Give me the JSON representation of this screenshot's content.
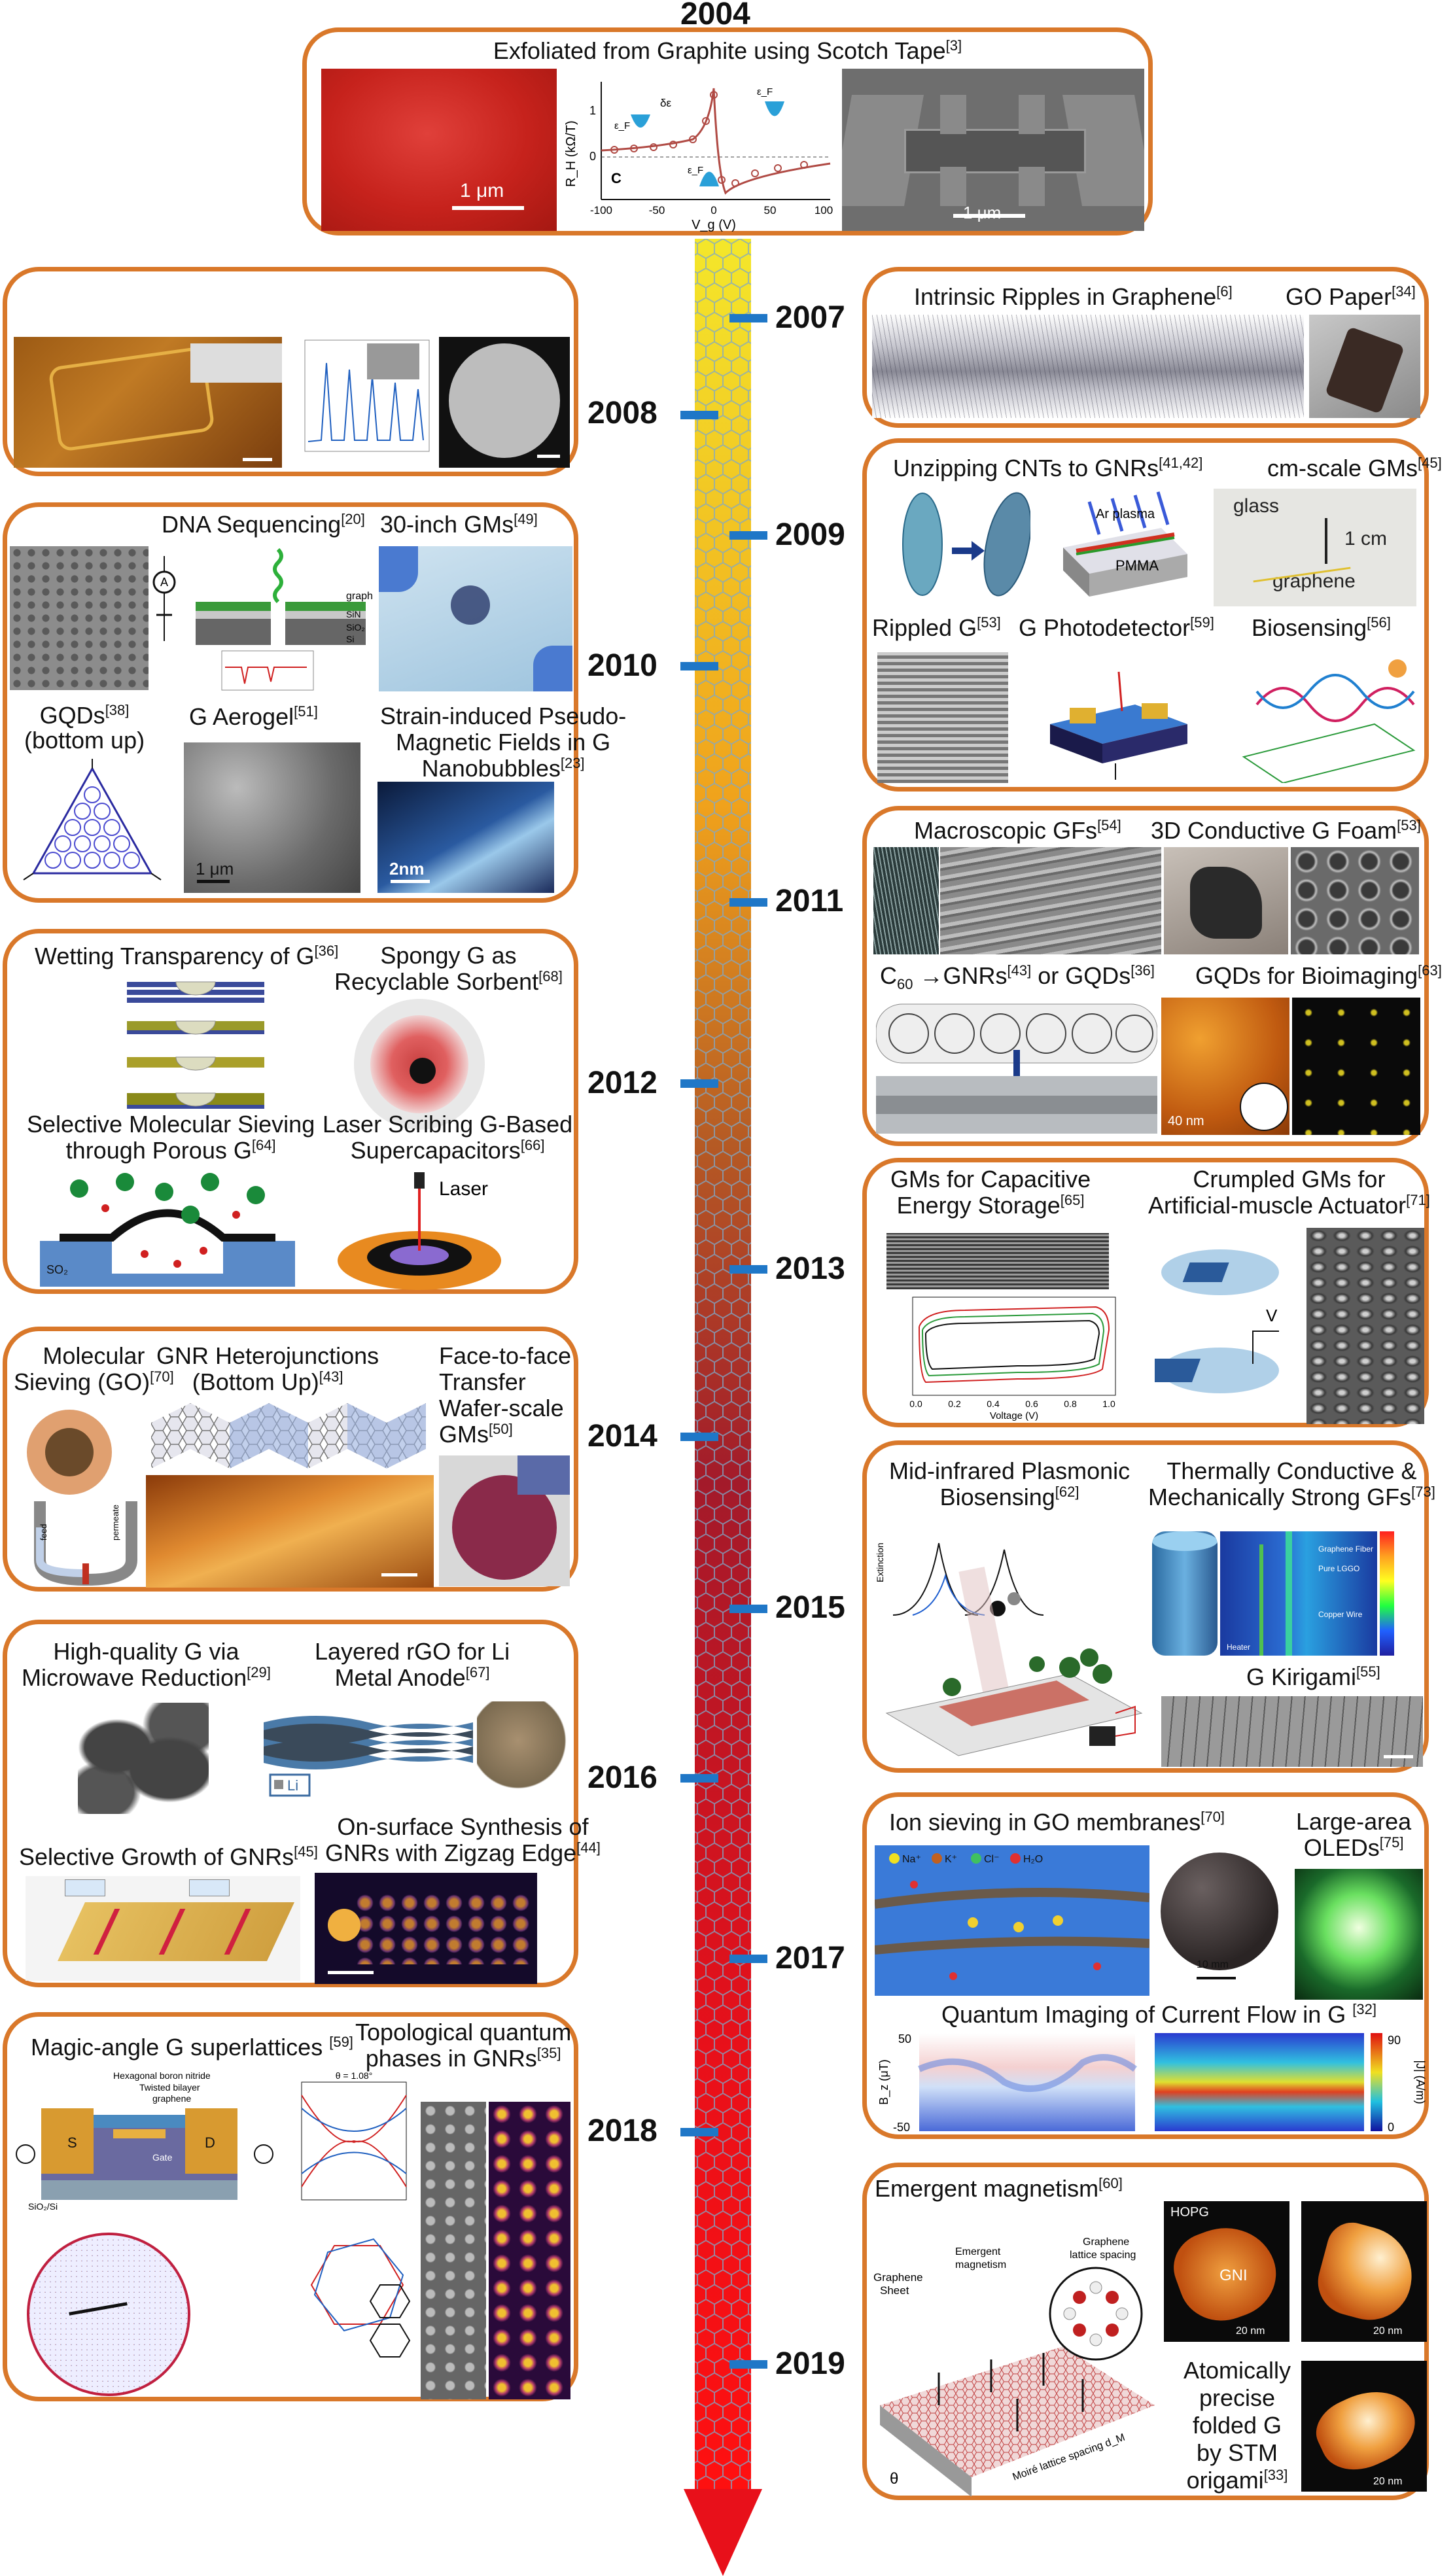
{
  "top_year": "2004",
  "years": [
    "2007",
    "2008",
    "2009",
    "2010",
    "2011",
    "2012",
    "2013",
    "2014",
    "2015",
    "2016",
    "2017",
    "2018",
    "2019"
  ],
  "colors": {
    "box_border": "#d9782a",
    "tick": "#1f77c7",
    "arrow": "#e8101a",
    "bar_top": "#f4e02a",
    "bar_mid": "#e9821a",
    "bar_low": "#b5102a"
  },
  "box2004": {
    "title": "Exfoliated from Graphite using Scotch Tape",
    "ref": "[3]",
    "scale1": "1 μm",
    "scale2": "1 μm",
    "plot": {
      "ylabel": "R_H (kΩ/T)",
      "xlabel": "V_g (V)",
      "xticks": [
        "-100",
        "-50",
        "0",
        "50",
        "100"
      ],
      "yticks": [
        "0",
        "1"
      ],
      "c": "C",
      "delta": "δε",
      "ef": "ε_F"
    }
  },
  "box2008": {
    "panel": "2008 panel"
  },
  "box2010": {
    "dna": "DNA Sequencing",
    "dna_ref": "[20]",
    "gms30": "30-inch GMs",
    "gms30_ref": "[49]",
    "gqds": "GQDs",
    "gqds_ref": "[38]",
    "gqds_sub": "(bottom up)",
    "aerogel": "G Aerogel",
    "aerogel_ref": "[51]",
    "strain1": "Strain-induced Pseudo-",
    "strain2": "Magnetic Fields in G",
    "strain3": "Nanobubbles",
    "strain_ref": "[23]",
    "scale_aero": "1 μm",
    "scale_bubble": "2nm",
    "dna_graphene": "graphene",
    "dna_sin": "SiN",
    "dna_sio2": "SiO₂",
    "dna_si": "Si"
  },
  "box2012": {
    "wetting": "Wetting Transparency of G",
    "wetting_ref": "[36]",
    "spongy1": "Spongy G as",
    "spongy2": "Recyclable Sorbent",
    "spongy_ref": "[68]",
    "sieving1": "Selective Molecular Sieving",
    "sieving2": "through Porous G",
    "sieving_ref": "[64]",
    "laser1": "Laser Scribing G-Based",
    "laser2": "Supercapacitors",
    "laser_ref": "[66]",
    "laser_word": "Laser",
    "so2": "SO₂"
  },
  "box2014": {
    "mol1": "Molecular",
    "mol2": "Sieving (GO)",
    "mol_ref": "[70]",
    "gnr1": "GNR Heterojunctions",
    "gnr2": "(Bottom Up)",
    "gnr_ref": "[43]",
    "face1": "Face-to-face",
    "face2": "Transfer",
    "face3": "Wafer-scale",
    "face4": "GMs",
    "face_ref": "[50]",
    "feed": "feed",
    "permeate": "permeate"
  },
  "box2016": {
    "hq1": "High-quality G via",
    "hq2": "Microwave Reduction",
    "hq_ref": "[29]",
    "rgo1": "Layered rGO for Li",
    "rgo2": "Metal Anode",
    "rgo_ref": "[67]",
    "onsurf1": "On-surface Synthesis of",
    "onsurf2": "GNRs with Zigzag Edge",
    "onsurf_ref": "[44]",
    "selgrowth": "Selective Growth  of GNRs",
    "selgrowth_ref": "[45]",
    "li": "Li"
  },
  "box2018": {
    "magic": "Magic-angle G superlattices ",
    "magic_ref": "[59]",
    "topo1": "Topological quantum",
    "topo2": "phases in GNRs",
    "topo_ref": "[35]",
    "hbn": "Hexagonal boron nitride",
    "tbg1": "Twisted bilayer",
    "tbg2": "graphene",
    "gate": "Gate",
    "sio2si": "SiO₂/Si",
    "theta": "θ = 1.08°",
    "s": "S",
    "d": "D"
  },
  "box2007": {
    "ripples": "Intrinsic Ripples in Graphene",
    "ripples_ref": "[6]",
    "gopaper": "GO Paper",
    "gopaper_ref": "[34]"
  },
  "box2009": {
    "unzip": "Unzipping CNTs to GNRs",
    "unzip_ref": "[41,42]",
    "cmscale": "cm-scale GMs",
    "cmscale_ref": "[45]",
    "rippled": "Rippled G",
    "rippled_ref": "[53]",
    "photodet": "G Photodetector",
    "photodet_ref": "[59]",
    "biosens": "Biosensing",
    "biosens_ref": "[56]",
    "arplasma": "Ar plasma",
    "pmma": "PMMA",
    "glass": "glass",
    "onecm": "1 cm",
    "graphene": "graphene"
  },
  "box2011": {
    "gfs": "Macroscopic GFs",
    "gfs_ref": "[54]",
    "foam": "3D Conductive G Foam",
    "foam_ref": "[53]",
    "c60": "C",
    "c60_sub": "60",
    "c60_rest": " →GNRs",
    "c60_ref": "[43]",
    "c60_or": " or GQDs",
    "c60_ref2": "[36]",
    "bio": "GQDs for Bioimaging",
    "bio_ref": "[63]",
    "scale": "40 nm"
  },
  "box2013": {
    "cap1": "GMs for Capacitive",
    "cap2": "Energy Storage",
    "cap_ref": "[65]",
    "crump1": "Crumpled GMs for",
    "crump2": "Artificial-muscle Actuator",
    "crump_ref": "[71]",
    "v": "V",
    "xaxis": "Voltage (V)",
    "xticks": [
      "0.0",
      "0.2",
      "0.4",
      "0.6",
      "0.8",
      "1.0"
    ]
  },
  "box2015": {
    "midir1": "Mid-infrared Plasmonic",
    "midir2": "Biosensing",
    "midir_ref": "[62]",
    "therm1": "Thermally Conductive &",
    "therm2": "Mechanically Strong GFs",
    "therm_ref": "[73]",
    "kiri": "G Kirigami",
    "kiri_ref": "[55]",
    "extinction": "Extinction",
    "legend": [
      "Graphene Fiber",
      "Pure LGGO",
      "Copper Wire",
      "Heater"
    ]
  },
  "box2017": {
    "ion": "Ion sieving in GO membranes",
    "ion_ref": "[70]",
    "oled1": "Large-area",
    "oled2": "OLEDs",
    "oled_ref": "[75]",
    "quantum": "Quantum Imaging of Current Flow in G ",
    "quantum_ref": "[32]",
    "scale": "10 mm",
    "ions": [
      "Na⁺",
      "K⁺",
      "Cl⁻",
      "H₂O"
    ],
    "bz": "B_z (μT)",
    "bz_max": "50",
    "bz_min": "-50",
    "j": "|J| (A/m)",
    "j_max": "90",
    "j_min": "0"
  },
  "box2019": {
    "emergent": "Emergent magnetism",
    "emergent_ref": "[60]",
    "hopg": "HOPG",
    "gni": "GNI",
    "scale": "20 nm",
    "fold1": "Atomically",
    "fold2": "precise",
    "fold3": "folded G",
    "fold4": "by STM",
    "fold5": "origami",
    "fold_ref": "[33]",
    "sheet1": "Graphene",
    "sheet2": "Sheet",
    "em1": "Emergent",
    "em2": "magnetism",
    "gls1": "Graphene",
    "gls2": "lattice spacing",
    "moire": "Moiré lattice spacing d_M",
    "theta": "θ"
  }
}
